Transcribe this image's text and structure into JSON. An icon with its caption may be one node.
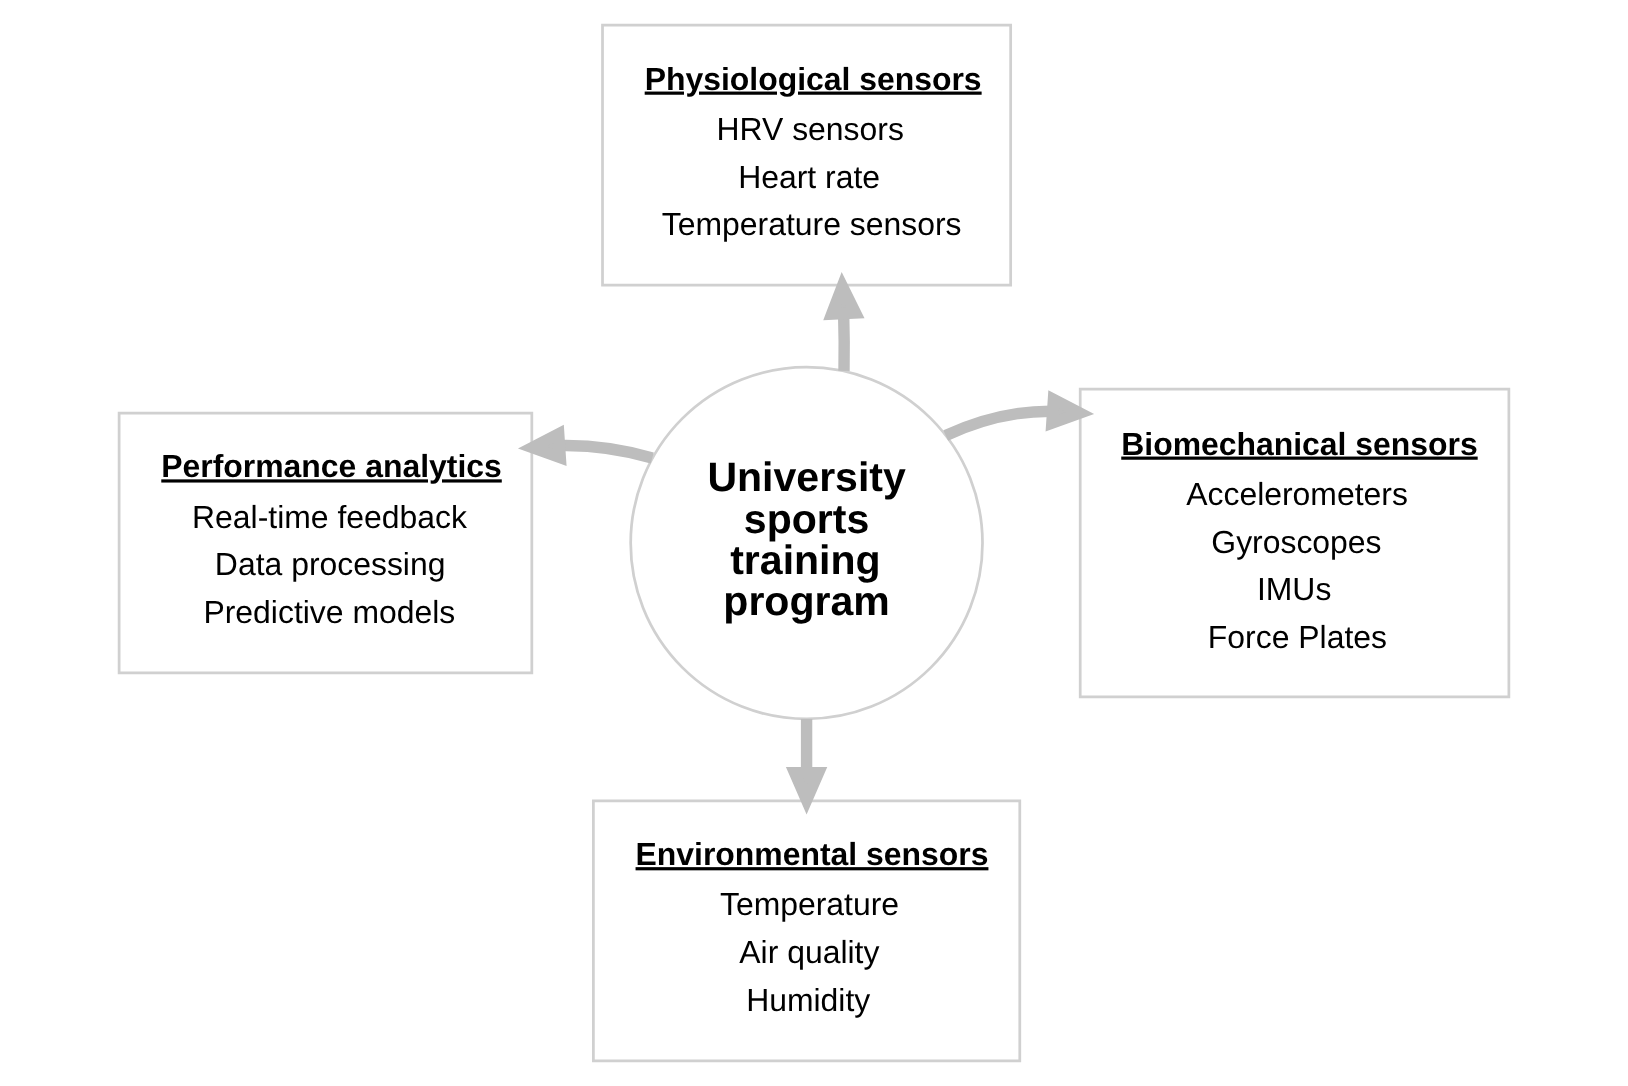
{
  "diagram": {
    "nodes": [
      {
        "text": [
          "University sports training program"
        ]
      },
      {
        "text": [
          "Physiological sensors",
          "HRV sensors",
          "Heart rate",
          "Temperature sensors"
        ]
      },
      {
        "text": [
          "Performance analytics",
          "Real-time feedback",
          "Data processing",
          "Predictive models"
        ]
      },
      {
        "text": [
          "Biomechanical sensors",
          "Accelerometers",
          "Gyroscopes",
          "IMUs",
          "Force Plates"
        ]
      },
      {
        "text": [
          "Environmental sensors",
          "Temperature",
          "Air quality",
          "Humidity"
        ]
      }
    ],
    "edges": [
      {
        "from": 0,
        "to": 1,
        "arrow": "to"
      },
      {
        "from": 0,
        "to": 2,
        "arrow": "to"
      },
      {
        "from": 0,
        "to": 3,
        "arrow": "to"
      },
      {
        "from": 0,
        "to": 4,
        "arrow": "to"
      }
    ]
  }
}
